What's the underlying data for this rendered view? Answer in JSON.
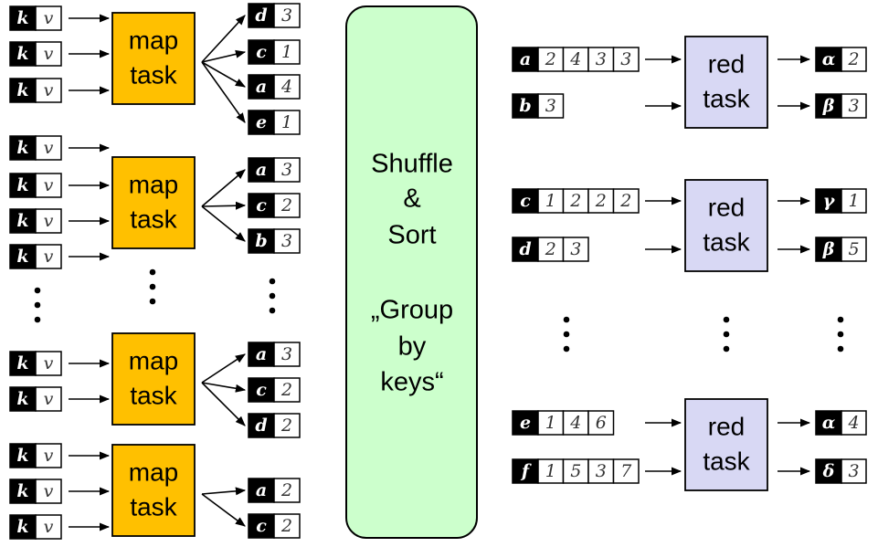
{
  "colors": {
    "map_fill": "#ffc000",
    "red_fill": "#d8d8f4",
    "shuffle_fill": "#ccffcc",
    "key_fill": "#000000",
    "value_fill": "#ffffff",
    "line": "#000000"
  },
  "input_pair": {
    "key": "k",
    "value": "v"
  },
  "map_tasks": [
    {
      "label_line1": "map",
      "label_line2": "task",
      "inputs": 3,
      "outputs": [
        {
          "key": "d",
          "value": "3"
        },
        {
          "key": "c",
          "value": "1"
        },
        {
          "key": "a",
          "value": "4"
        },
        {
          "key": "e",
          "value": "1"
        }
      ]
    },
    {
      "label_line1": "map",
      "label_line2": "task",
      "inputs": 4,
      "outputs": [
        {
          "key": "a",
          "value": "3"
        },
        {
          "key": "c",
          "value": "2"
        },
        {
          "key": "b",
          "value": "3"
        }
      ]
    },
    {
      "label_line1": "map",
      "label_line2": "task",
      "inputs": 2,
      "outputs": [
        {
          "key": "a",
          "value": "3"
        },
        {
          "key": "c",
          "value": "2"
        },
        {
          "key": "d",
          "value": "2"
        }
      ]
    },
    {
      "label_line1": "map",
      "label_line2": "task",
      "inputs": 3,
      "outputs": [
        {
          "key": "a",
          "value": "2"
        },
        {
          "key": "c",
          "value": "2"
        }
      ]
    }
  ],
  "shuffle": {
    "lines": [
      "Shuffle",
      "&",
      "Sort",
      "",
      "„Group",
      "by",
      "keys“"
    ]
  },
  "reduce_tasks": [
    {
      "label_line1": "red",
      "label_line2": "task",
      "inputs": [
        {
          "key": "a",
          "values": [
            "2",
            "4",
            "3",
            "3"
          ]
        },
        {
          "key": "b",
          "values": [
            "3"
          ]
        }
      ],
      "outputs": [
        {
          "key": "α",
          "value": "2"
        },
        {
          "key": "β",
          "value": "3"
        }
      ]
    },
    {
      "label_line1": "red",
      "label_line2": "task",
      "inputs": [
        {
          "key": "c",
          "values": [
            "1",
            "2",
            "2",
            "2"
          ]
        },
        {
          "key": "d",
          "values": [
            "2",
            "3"
          ]
        }
      ],
      "outputs": [
        {
          "key": "γ",
          "value": "1"
        },
        {
          "key": "β",
          "value": "5"
        }
      ]
    },
    {
      "label_line1": "red",
      "label_line2": "task",
      "inputs": [
        {
          "key": "e",
          "values": [
            "1",
            "4",
            "6"
          ]
        },
        {
          "key": "f",
          "values": [
            "1",
            "5",
            "3",
            "7"
          ]
        }
      ],
      "outputs": [
        {
          "key": "α",
          "value": "4"
        },
        {
          "key": "δ",
          "value": "3"
        }
      ]
    }
  ]
}
